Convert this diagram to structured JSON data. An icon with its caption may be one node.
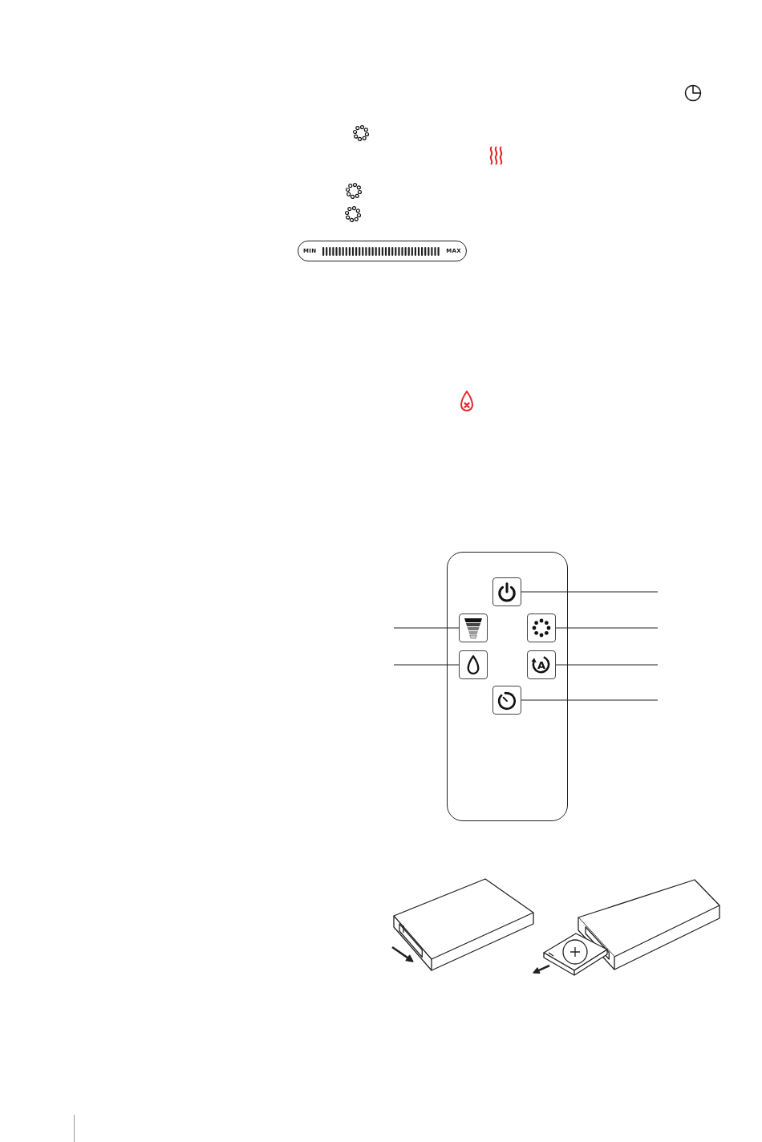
{
  "diagram": {
    "nodes": [
      {
        "text": [],
        "shape": "box"
      },
      {
        "text": [],
        "shape": "box"
      },
      {
        "text": [],
        "shape": "box"
      },
      {
        "text": [],
        "shape": "box"
      },
      {
        "text": [
          "A"
        ]
      },
      {
        "text": [],
        "shape": "box"
      }
    ],
    "edges": [
      {
        "from": null,
        "to": 0,
        "arrow": "none"
      },
      {
        "from": null,
        "to": 1,
        "arrow": "none"
      },
      {
        "from": null,
        "to": 2,
        "arrow": "none"
      },
      {
        "from": null,
        "to": 3,
        "arrow": "none"
      },
      {
        "from": null,
        "to": 4,
        "arrow": "none"
      },
      {
        "from": null,
        "to": 5,
        "arrow": "none"
      }
    ],
    "labels": [
      "MIN",
      "MAX"
    ]
  }
}
